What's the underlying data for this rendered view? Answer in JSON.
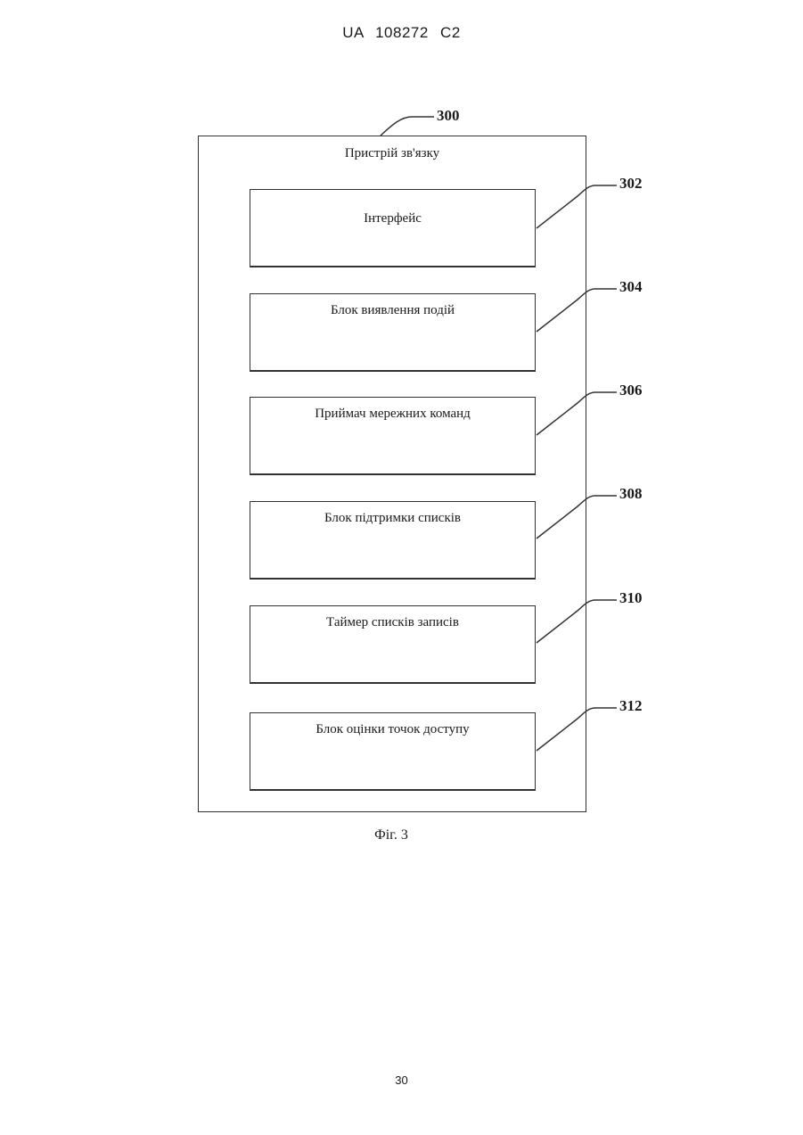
{
  "header": {
    "patent_id": "UA   108272   C2"
  },
  "diagram": {
    "ref": "300",
    "title": "Пристрій зв'язку",
    "blocks": [
      {
        "ref": "302",
        "label": "Інтерфейс"
      },
      {
        "ref": "304",
        "label": "Блок виявлення подій"
      },
      {
        "ref": "306",
        "label": "Приймач мережних команд"
      },
      {
        "ref": "308",
        "label": "Блок підтримки списків"
      },
      {
        "ref": "310",
        "label": "Таймер списків записів"
      },
      {
        "ref": "312",
        "label": "Блок оцінки точок доступу"
      }
    ],
    "caption": "Фіг. 3"
  },
  "footer": {
    "page_number": "30"
  }
}
